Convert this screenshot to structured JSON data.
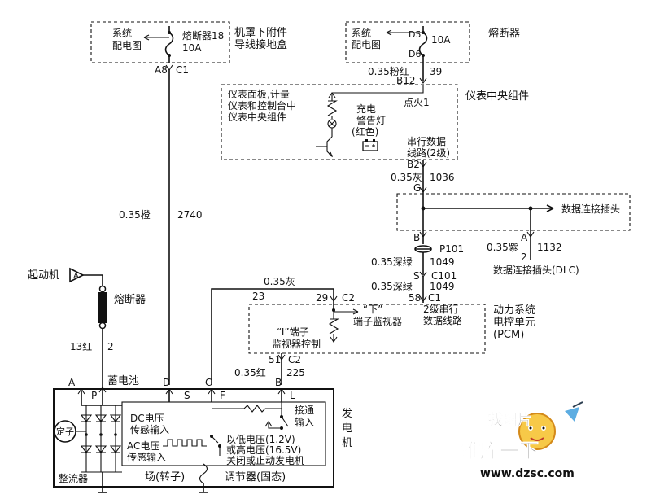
{
  "fuse_box_left": {
    "title": "系统配电图",
    "title_l1": "系统",
    "title_l2": "配电图",
    "fuse": "熔断器18",
    "rating": "10A",
    "note_l1": "机罩下附件",
    "note_l2": "导线接地盒",
    "pin_a": "A8",
    "pin_c": "C1"
  },
  "fuse_box_right": {
    "title_l1": "系统",
    "title_l2": "配电图",
    "pin_top": "D5",
    "pin_bottom": "D6",
    "rating": "10A",
    "label": "熔断器"
  },
  "ipc": {
    "wire_spec": "0.35粉红",
    "wire_no": "39",
    "pin": "B12",
    "title": "仪表中央组件",
    "desc_l1": "仪表面板,计量",
    "desc_l2": "仪表和控制台中",
    "desc_l3": "仪表中央组件",
    "ign": "点火1",
    "lamp_l1": "充电",
    "lamp_l2": "警告灯",
    "lamp_l3": "(红色)",
    "serial_l1": "串行数据",
    "serial_l2": "线路(2级)",
    "pin_b2": "B2"
  },
  "wires": {
    "w1036_spec": "0.35灰",
    "w1036_no": "1036",
    "g": "G",
    "b": "B",
    "dlc_label": "数据连接插头",
    "a": "A",
    "w1132_spec": "0.35紫",
    "w1132_no": "1132",
    "pin2": "2",
    "dlc_full": "数据连接插头(DLC)",
    "p101": "P101",
    "w1049_spec": "0.35深绿",
    "w1049_no": "1049",
    "s": "S",
    "c101": "C101",
    "w1049b_spec": "0.35深绿",
    "w1049b_no": "1049",
    "p58": "58",
    "c1": "C1",
    "w2740_spec": "0.35橙",
    "w2740_no": "2740",
    "w23_spec": "0.35灰",
    "w23_no": "23",
    "w225_spec": "0.35红",
    "w225_no": "225",
    "w13_spec": "13红",
    "w13_no": "2"
  },
  "pcm": {
    "pin29": "29",
    "c2": "C2",
    "down_l1": "“下”",
    "down_l2": "端子监视器",
    "serial_l1": "2级串行",
    "serial_l2": "数据线路",
    "title_l1": "动力系统",
    "title_l2": "电控单元",
    "title_l3": "(PCM)",
    "l_l1": "“L”端子",
    "l_l2": "监视器控制",
    "pin51": "51",
    "c2b": "C2"
  },
  "starter": {
    "label": "起动机",
    "terminal": "A",
    "fuse": "熔断器"
  },
  "generator": {
    "battery": "蓄电池",
    "t_a": "A",
    "t_d": "D",
    "t_c": "C",
    "t_b": "B",
    "t_p": "P",
    "t_s": "S",
    "t_f": "F",
    "t_l": "L",
    "stator": "定子",
    "dc_l1": "DC电压",
    "dc_l2": "传感输入",
    "ac_l1": "AC电压",
    "ac_l2": "传感输入",
    "conn_l1": "接通",
    "conn_l2": "输入",
    "volt_l1": "以低电压(1.2V)",
    "volt_l2": "或高电压(16.5V)",
    "volt_l3": "关闭或止动发电机",
    "rectifier": "整流器",
    "field": "场(转子)",
    "regulator": "调节器(固态)",
    "title_l1": "发",
    "title_l2": "电",
    "title_l3": "机"
  },
  "watermark": {
    "top": "找图片",
    "brand": "维库一下",
    "url": "www.dzsc.com"
  }
}
